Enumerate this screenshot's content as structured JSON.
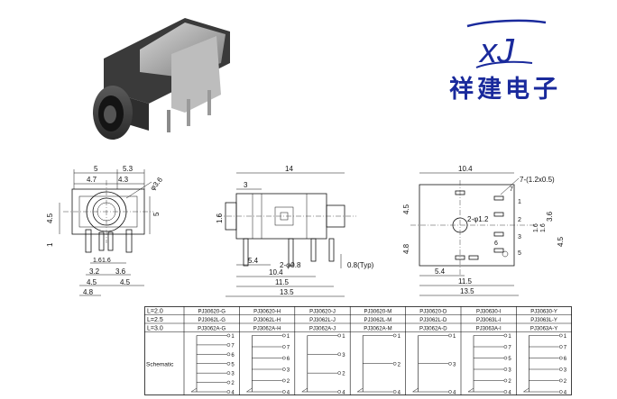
{
  "brand": {
    "logo_letters": "xJ",
    "company_name": "祥建电子",
    "colors": {
      "logo": "#1a2a9c",
      "text": "#1a2a9c"
    }
  },
  "front_view": {
    "dims": [
      "5",
      "5.3",
      "4.7",
      "4.3",
      "φ3.6",
      "4.5",
      "5",
      "1",
      "1.6",
      "1.6",
      "3.2",
      "3.6",
      "4.5",
      "4.5",
      "4.8"
    ]
  },
  "side_view": {
    "dims": [
      "14",
      "3",
      "1.6",
      "2-φ0.8",
      "0.8(Typ)",
      "5.4",
      "10.4",
      "11.5",
      "13.5"
    ]
  },
  "bottom_view": {
    "dims": [
      "10.4",
      "7-(1.2x0.5)",
      "4.5",
      "4.8",
      "2-φ1.2",
      "3.6",
      "1.6",
      "1.6",
      "4.5",
      "1",
      "2",
      "3",
      "5",
      "6",
      "7",
      "5.4",
      "11.5",
      "13.5"
    ]
  },
  "table": {
    "header_labels": [
      "L=2.0",
      "L=2.5",
      "L=3.0"
    ],
    "row_label": "Schematic",
    "columns": [
      {
        "l20": "PJ30620-G",
        "l25": "PJ3062L-G",
        "l30": "PJ3062A-G",
        "pins": [
          "1",
          "7",
          "6",
          "5",
          "3",
          "2",
          "4"
        ]
      },
      {
        "l20": "PJ30620-H",
        "l25": "PJ3062L-H",
        "l30": "PJ3062A-H",
        "pins": [
          "1",
          "7",
          "6",
          "3",
          "2",
          "4"
        ]
      },
      {
        "l20": "PJ30620-J",
        "l25": "PJ3062L-J",
        "l30": "PJ3062A-J",
        "pins": [
          "1",
          "3",
          "2",
          "4"
        ]
      },
      {
        "l20": "PJ30620-M",
        "l25": "PJ3062L-M",
        "l30": "PJ3062A-M",
        "pins": [
          "1",
          "2",
          "4"
        ]
      },
      {
        "l20": "PJ30620-D",
        "l25": "PJ3062L-D",
        "l30": "PJ3062A-D",
        "pins": [
          "1",
          "3",
          "4"
        ]
      },
      {
        "l20": "PJ30630-I",
        "l25": "PJ3063L-I",
        "l30": "PJ3063A-I",
        "pins": [
          "1",
          "7",
          "5",
          "3",
          "2",
          "4"
        ]
      },
      {
        "l20": "PJ30630-Y",
        "l25": "PJ3063L-Y",
        "l30": "PJ3063A-Y",
        "pins": [
          "1",
          "7",
          "6",
          "3",
          "2",
          "4"
        ]
      }
    ]
  }
}
